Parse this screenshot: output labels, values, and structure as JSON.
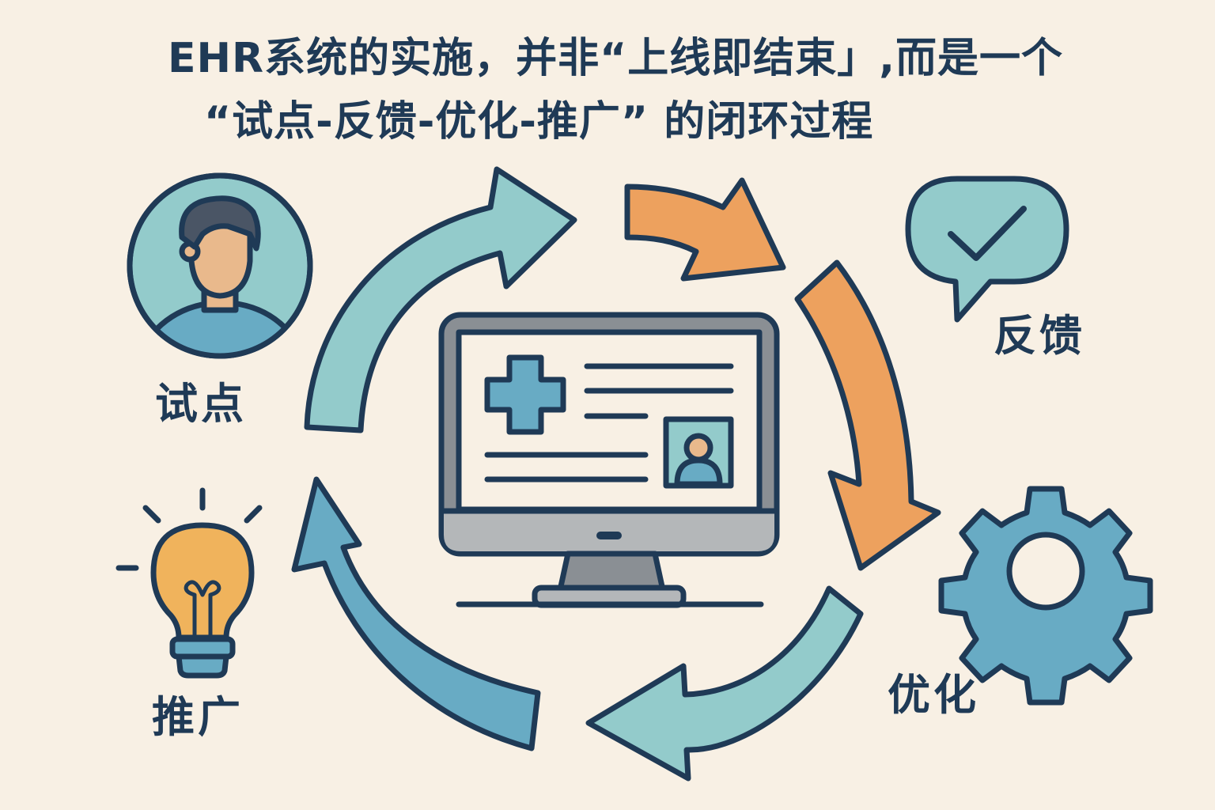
{
  "title": {
    "line1": "EHR系统的实施，并非“上线即结束」,而是一个",
    "line2": "“试点-反馈-优化-推广” 的闭环过程"
  },
  "stages": [
    {
      "id": "pilot",
      "label": "试点",
      "icon": "person-avatar-icon"
    },
    {
      "id": "feedback",
      "label": "反馈",
      "icon": "speech-bubble-check-icon"
    },
    {
      "id": "optimize",
      "label": "优化",
      "icon": "gear-icon"
    },
    {
      "id": "promote",
      "label": "推广",
      "icon": "lightbulb-icon"
    }
  ],
  "center": {
    "icon": "monitor-ehr-record-icon"
  },
  "colors": {
    "background": "#f8f0e4",
    "outline": "#1f3a56",
    "teal_light": "#93cbcb",
    "teal_blue": "#68abc4",
    "orange": "#eda15e",
    "bulb_yellow": "#f0b35c",
    "skin": "#e9b98c",
    "gray_frame": "#8a8f94",
    "gray_light": "#b4b7b9"
  }
}
